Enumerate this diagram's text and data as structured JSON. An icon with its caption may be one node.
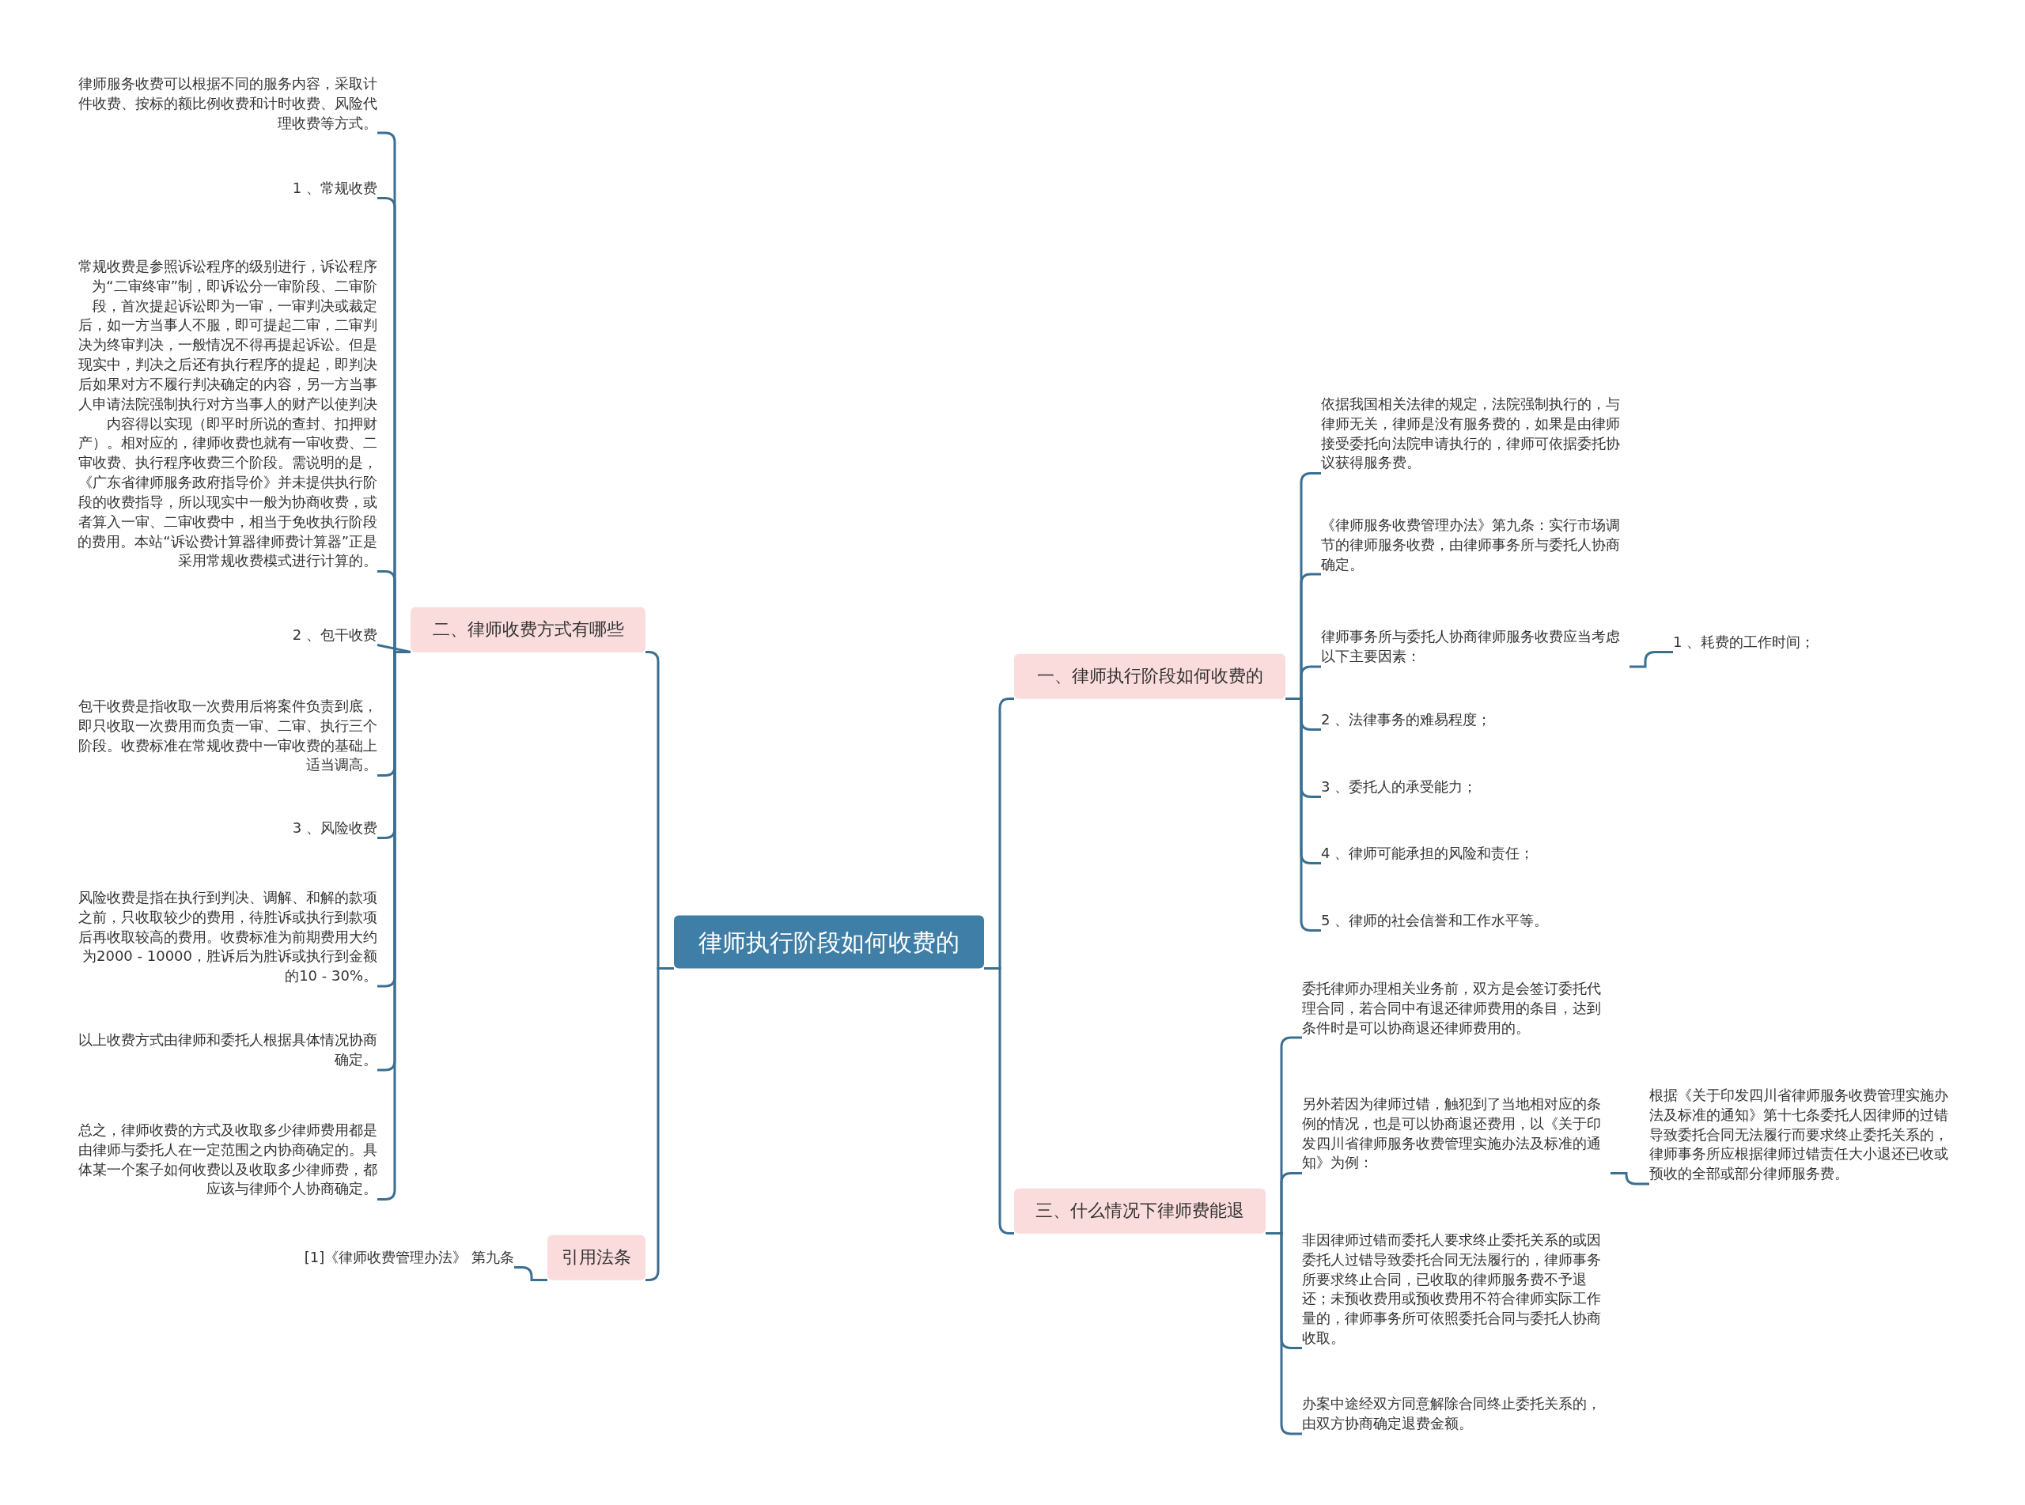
{
  "diagram": {
    "nodes": [
      {
        "text": [
          "律师执行阶段如何收费的"
        ]
      },
      {
        "text": [
          "二、律师收费方式有哪些"
        ]
      },
      {
        "text": [
          "律师服务收费可以根据不同的服务内容，采取计件收费、按标的额比例收费和计时收费、风险代理收费等方式。"
        ]
      },
      {
        "text": [
          "1 、常规收费"
        ]
      },
      {
        "text": [
          "常规收费是参照诉讼程序的级别进行，诉讼程序为“二审终审”制，即诉讼分一审阶段、二审阶段，首次提起诉讼即为一审，一审判决或裁定后，如一方当事人不服，即可提起二审，二审判决为终审判决，一般情况不得再提起诉讼。但是现实中，判决之后还有执行程序的提起，即判决后如果对方不履行判决确定的内容，另一方当事人申请法院强制执行对方当事人的财产以使判决内容得以实现（即平时所说的查封、扣押财产）。相对应的，律师收费也就有一审收费、二审收费、执行程序收费三个阶段。需说明的是，《广东省律师服务政府指导价》并未提供执行阶段的收费指导，所以现实中一般为协商收费，或者算入一审、二审收费中，相当于免收执行阶段的费用。本站“诉讼费计算器律师费计算器”正是采用常规收费模式进行计算的。"
        ]
      },
      {
        "text": [
          "2 、包干收费"
        ]
      },
      {
        "text": [
          "包干收费是指收取一次费用后将案件负责到底，即只收取一次费用而负责一审、二审、执行三个阶段。收费标准在常规收费中一审收费的基础上适当调高。"
        ]
      },
      {
        "text": [
          "3 、风险收费"
        ]
      },
      {
        "text": [
          "风险收费是指在执行到判决、调解、和解的款项之前，只收取较少的费用，待胜诉或执行到款项后再收取较高的费用。收费标准为前期费用大约为2000 - 10000，胜诉后为胜诉或执行到金额的10 - 30%。"
        ]
      },
      {
        "text": [
          "以上收费方式由律师和委托人根据具体情况协商确定。"
        ]
      },
      {
        "text": [
          "总之，律师收费的方式及收取多少律师费用都是由律师与委托人在一定范围之内协商确定的。具体某一个案子如何收费以及收取多少律师费，都应该与律师个人协商确定。"
        ]
      },
      {
        "text": [
          "引用法条"
        ]
      },
      {
        "text": [
          "[1]《律师收费管理办法》 第九条"
        ]
      },
      {
        "text": [
          "一、律师执行阶段如何收费的"
        ]
      },
      {
        "text": [
          "依据我国相关法律的规定，法院强制执行的，与律师无关，律师是没有服务费的，如果是由律师接受委托向法院申请执行的，律师可依据委托协议获得服务费。"
        ]
      },
      {
        "text": [
          "《律师服务收费管理办法》第九条：实行市场调节的律师服务收费，由律师事务所与委托人协商确定。"
        ]
      },
      {
        "text": [
          "律师事务所与委托人协商律师服务收费应当考虑以下主要因素："
        ]
      },
      {
        "text": [
          "1 、耗费的工作时间；"
        ]
      },
      {
        "text": [
          "2 、法律事务的难易程度；"
        ]
      },
      {
        "text": [
          "3 、委托人的承受能力；"
        ]
      },
      {
        "text": [
          "4 、律师可能承担的风险和责任；"
        ]
      },
      {
        "text": [
          "5 、律师的社会信誉和工作水平等。"
        ]
      },
      {
        "text": [
          "三、什么情况下律师费能退"
        ]
      },
      {
        "text": [
          "委托律师办理相关业务前，双方是会签订委托代理合同，若合同中有退还律师费用的条目，达到条件时是可以协商退还律师费用的。"
        ]
      },
      {
        "text": [
          "另外若因为律师过错，触犯到了当地相对应的条例的情况，也是可以协商退还费用，以《关于印发四川省律师服务收费管理实施办法及标准的通知》为例："
        ]
      },
      {
        "text": [
          "根据《关于印发四川省律师服务收费管理实施办法及标准的通知》第十七条委托人因律师的过错导致委托合同无法履行而要求终止委托关系的，律师事务所应根据律师过错责任大小退还已收或预收的全部或部分律师服务费。"
        ]
      },
      {
        "text": [
          "非因律师过错而委托人要求终止委托关系的或因委托人过错导致委托合同无法履行的，律师事务所要求终止合同，已收取的律师服务费不予退还；未预收费用或预收费用不符合律师实际工作量的，律师事务所可依照委托合同与委托人协商收取。"
        ]
      },
      {
        "text": [
          "办案中途经双方同意解除合同终止委托关系的，由双方协商确定退费金额。"
        ]
      }
    ],
    "edges": [
      {
        "from": 0,
        "to": 1,
        "arrow": "none"
      },
      {
        "from": 1,
        "to": 2,
        "arrow": "none"
      },
      {
        "from": 1,
        "to": 3,
        "arrow": "none"
      },
      {
        "from": 1,
        "to": 4,
        "arrow": "none"
      },
      {
        "from": 1,
        "to": 5,
        "arrow": "none"
      },
      {
        "from": 1,
        "to": 6,
        "arrow": "none"
      },
      {
        "from": 1,
        "to": 7,
        "arrow": "none"
      },
      {
        "from": 1,
        "to": 8,
        "arrow": "none"
      },
      {
        "from": 1,
        "to": 9,
        "arrow": "none"
      },
      {
        "from": 1,
        "to": 10,
        "arrow": "none"
      },
      {
        "from": 0,
        "to": 11,
        "arrow": "none"
      },
      {
        "from": 11,
        "to": 12,
        "arrow": "none"
      },
      {
        "from": 0,
        "to": 13,
        "arrow": "none"
      },
      {
        "from": 13,
        "to": 14,
        "arrow": "none"
      },
      {
        "from": 13,
        "to": 15,
        "arrow": "none"
      },
      {
        "from": 13,
        "to": 16,
        "arrow": "none"
      },
      {
        "from": 16,
        "to": 17,
        "arrow": "none"
      },
      {
        "from": 13,
        "to": 18,
        "arrow": "none"
      },
      {
        "from": 13,
        "to": 19,
        "arrow": "none"
      },
      {
        "from": 13,
        "to": 20,
        "arrow": "none"
      },
      {
        "from": 13,
        "to": 21,
        "arrow": "none"
      },
      {
        "from": 0,
        "to": 22,
        "arrow": "none"
      },
      {
        "from": 22,
        "to": 23,
        "arrow": "none"
      },
      {
        "from": 22,
        "to": 24,
        "arrow": "none"
      },
      {
        "from": 24,
        "to": 25,
        "arrow": "none"
      },
      {
        "from": 22,
        "to": 26,
        "arrow": "none"
      },
      {
        "from": 22,
        "to": 27,
        "arrow": "none"
      }
    ]
  }
}
